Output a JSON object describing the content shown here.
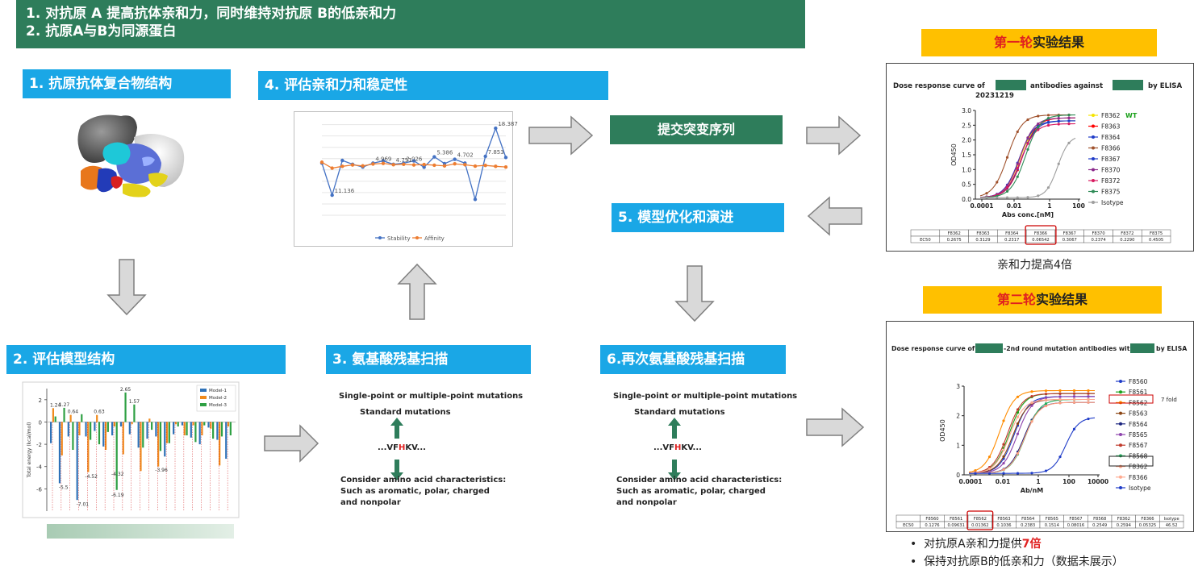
{
  "banner": {
    "line1": "1.  对抗原 A 提高抗体亲和力，同时维持对抗原 B的低亲和力",
    "line2": "2.  抗原A与B为同源蛋白"
  },
  "steps": {
    "s1": "1. 抗原抗体复合物结构",
    "s2": "2. 评估模型结构",
    "s3": "3. 氨基酸残基扫描",
    "s4": "4. 评估亲和力和稳定性",
    "s5": "5. 模型优化和演进",
    "s6": "6.再次氨基酸残基扫描",
    "submit": "提交突变序列"
  },
  "round1": {
    "red": "第一轮",
    "rest": "实验结果",
    "caption": "亲和力提高4倍"
  },
  "round2": {
    "red": "第二轮",
    "rest": "实验结果"
  },
  "mutation_panel": {
    "line1": "Single-point or multiple-point mutations",
    "line2": "Standard mutations",
    "seq_a": "...VF",
    "seq_h": "H",
    "seq_b": "KV...",
    "line3": "Consider amino acid characteristics:",
    "line4": "Such as aromatic, polar, charged",
    "line5": "and nonpolar"
  },
  "bullets": {
    "b1_pre": "对抗原A亲和力提供",
    "b1_em": "7倍",
    "b2": "保持对抗原B的低亲和力（数据未展示）"
  },
  "colors": {
    "banner": "#2e7d5b",
    "step": "#1aa7e6",
    "gold": "#ffc000",
    "red": "#e02020",
    "arrow": "#d9d9d9"
  },
  "chart_data": [
    {
      "type": "line",
      "x": [
        1,
        2,
        3,
        4,
        5,
        6,
        7,
        8,
        9,
        10,
        11,
        12,
        13,
        14,
        15,
        16,
        17,
        18,
        19
      ],
      "series": [
        {
          "name": "Stability",
          "values": [
            3,
            -11.13,
            4.2,
            2.5,
            1.3,
            3,
            4,
            2.5,
            3,
            4,
            1.2,
            5.8,
            2.8,
            4.7,
            3,
            -13,
            6,
            18.4,
            5.5
          ]
        },
        {
          "name": "Affinity",
          "values": [
            3.4,
            0.8,
            1.6,
            2.2,
            1.8,
            2.6,
            2.9,
            2.3,
            2.5,
            2.2,
            2.4,
            2.1,
            1.8,
            2.7,
            2.3,
            1.7,
            2.0,
            1.6,
            1.3
          ]
        }
      ],
      "data_labels": [
        "18.387",
        "5.386",
        "4.702",
        "7.853",
        "11.136",
        "4.969",
        "2.026",
        "4.751"
      ],
      "ylim": [
        -20,
        22
      ],
      "grid": true,
      "legend": "bottom"
    },
    {
      "type": "bar",
      "series": [
        {
          "name": "Model-1",
          "values": [
            -1.9,
            -5.5,
            -1.3,
            -7.0,
            -1.3,
            -0.8,
            -2.2,
            -1.2,
            -0.4,
            -1.1,
            -2.3,
            -1.5,
            -1.3,
            -3.1,
            -1.1,
            -0.3,
            -1.4,
            -2.0,
            -0.5,
            -1.6,
            -3.3
          ]
        },
        {
          "name": "Model-2",
          "values": [
            1.24,
            -3.0,
            0.64,
            -1.2,
            -4.5,
            0.63,
            -2.5,
            -0.4,
            -2.9,
            -0.2,
            -4.4,
            0.3,
            -4.0,
            -1.9,
            -0.2,
            -1.2,
            -0.3,
            -1.2,
            -0.6,
            -3.9,
            -0.4
          ]
        },
        {
          "name": "Model-3",
          "values": [
            0.5,
            1.27,
            -2.5,
            0.7,
            -1.6,
            -2.0,
            -0.9,
            -6.1,
            2.65,
            1.57,
            -2.3,
            -0.7,
            -2.6,
            -1.9,
            -0.4,
            -1.2,
            -1.8,
            -0.3,
            -1.5,
            -1.3,
            -1.2
          ]
        }
      ],
      "data_labels": [
        "1.24",
        "1.27",
        "0.64",
        "0.63",
        "2.65",
        "1.57",
        "-5.5",
        "-7.01",
        "-4.52",
        "-4.32",
        "-6.19",
        "-3.96"
      ],
      "ylim": [
        -8,
        3
      ],
      "yticks": [
        2,
        0,
        -2,
        -4,
        -6
      ],
      "ylabel": "Total energy (kcal/mol)",
      "legend": "top-right"
    },
    {
      "type": "line",
      "title": "Dose response curve of           antibodies against          by ELISA",
      "title_line2": "20231219",
      "xlabel": "Abs conc.[nM]",
      "ylabel": "OD450",
      "x_ticks": [
        "0.0001",
        "0.01",
        "1",
        "100"
      ],
      "y_ticks": [
        "0.0",
        "0.5",
        "1.0",
        "1.5",
        "2.0",
        "2.5",
        "3.0"
      ],
      "ylim": [
        0,
        3
      ],
      "legend": [
        {
          "name": "F8362",
          "extra": "WT",
          "color": "#f5e400"
        },
        {
          "name": "F8363",
          "color": "#ff0000"
        },
        {
          "name": "F8364",
          "color": "#1f3cc8"
        },
        {
          "name": "F8366",
          "color": "#a0522d"
        },
        {
          "name": "F8367",
          "color": "#1f3cc8"
        },
        {
          "name": "F8370",
          "color": "#8b2a8b"
        },
        {
          "name": "F8372",
          "color": "#d81b60"
        },
        {
          "name": "F8375",
          "color": "#2e8b57"
        },
        {
          "name": "Isotype",
          "color": "#9e9e9e"
        }
      ],
      "table": {
        "headers": [
          "",
          "F8362",
          "F8363",
          "F8364",
          "F8366",
          "F8367",
          "F8370",
          "F8372",
          "F8375"
        ],
        "row": [
          "EC50",
          "0.2675",
          "0.3129",
          "0.2317",
          "0.06542",
          "0.3067",
          "0.2374",
          "0.2290",
          "0.4505"
        ]
      }
    },
    {
      "type": "line",
      "title_pre": "Dose response curve of",
      "title_mid": "-2nd round mutation antibodies with",
      "title_post": "by ELISA",
      "xlabel": "Ab/nM",
      "ylabel": "OD450",
      "x_ticks": [
        "0.0001",
        "0.01",
        "1",
        "100",
        "10000"
      ],
      "y_ticks": [
        "0",
        "1",
        "2",
        "3"
      ],
      "ylim": [
        0,
        3
      ],
      "annotation": "7 fold",
      "legend": [
        {
          "name": "F8560",
          "color": "#1f3cc8"
        },
        {
          "name": "F8561",
          "color": "#1aa01a"
        },
        {
          "name": "F8562",
          "color": "#ff8c00"
        },
        {
          "name": "F8563",
          "color": "#8b4513"
        },
        {
          "name": "F8564",
          "color": "#1a237e"
        },
        {
          "name": "F8565",
          "color": "#8e44ad"
        },
        {
          "name": "F8567",
          "color": "#c0392b"
        },
        {
          "name": "F8568",
          "color": "#27ae60"
        },
        {
          "name": "F8362",
          "color": "#ff9e80"
        },
        {
          "name": "F8366",
          "color": "#ffab91"
        },
        {
          "name": "Isotype",
          "color": "#1f3cc8"
        }
      ],
      "table": {
        "headers": [
          "",
          "F8560",
          "F8561",
          "F8562",
          "F8563",
          "F8564",
          "F8565",
          "F8567",
          "F8568",
          "F8362",
          "F8366",
          "Isotype"
        ],
        "row": [
          "EC50",
          "0.1276",
          "0.09631",
          "0.01362",
          "0.1036",
          "0.2383",
          "0.1514",
          "0.08016",
          "0.2549",
          "0.2594",
          "0.05325",
          "46.52"
        ]
      }
    }
  ]
}
